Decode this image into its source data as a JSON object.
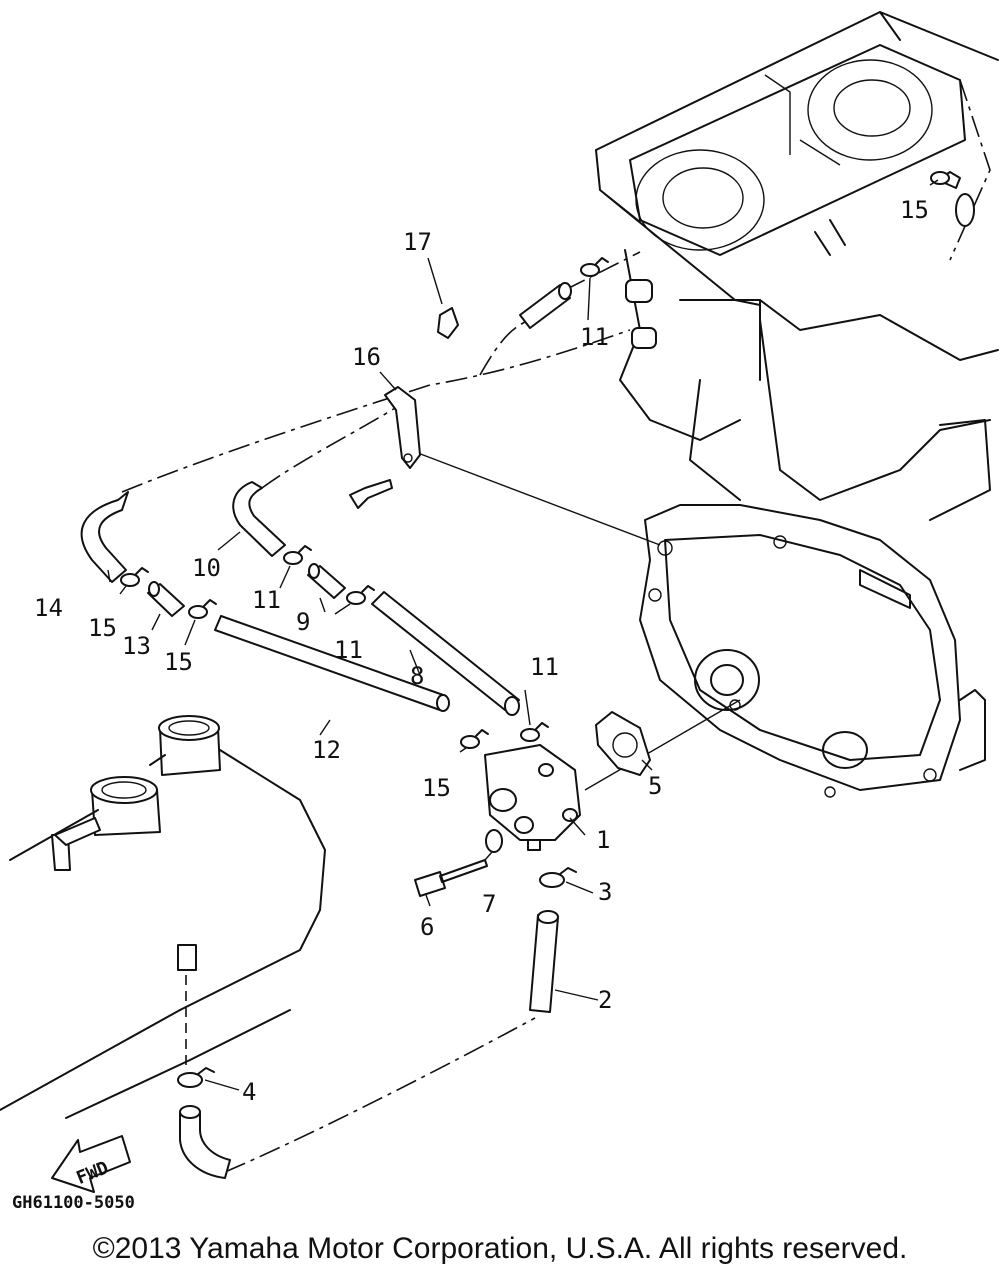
{
  "diagram_code": "GH61100-5050",
  "fwd_label": "FWD",
  "copyright": "©2013 Yamaha Motor Corporation, U.S.A. All rights reserved.",
  "callouts": [
    "1",
    "2",
    "3",
    "4",
    "5",
    "6",
    "7",
    "8",
    "9",
    "10",
    "11",
    "11",
    "11",
    "11",
    "12",
    "13",
    "14",
    "15",
    "15",
    "15",
    "15",
    "16",
    "17"
  ]
}
